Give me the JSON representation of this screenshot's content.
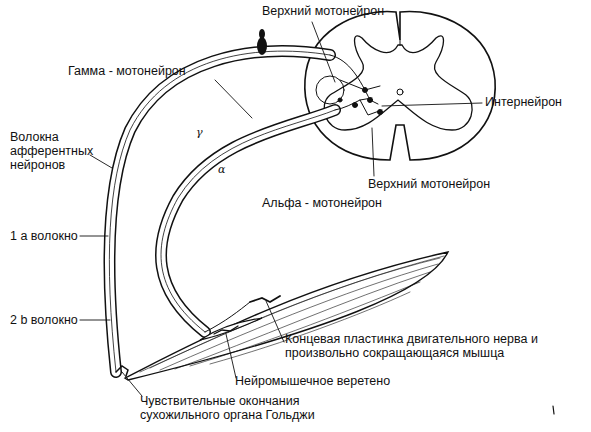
{
  "diagram": {
    "labels": [
      "Верхний мотонейрон",
      "Гамма - мотонейрон",
      "Интернейрон",
      "Волокна афферентных нейронов",
      "γ",
      "α",
      "Верхний мотонейрон",
      "Альфа - мотонейрон",
      "1 а волокно",
      "2 b волокно",
      "Концевая пластинка двигательного нерва и произвольно сокращающаяся мышца",
      "Нейромышечное веретено",
      "Чувствительные окончания сухожильного органа Гольджи"
    ]
  }
}
